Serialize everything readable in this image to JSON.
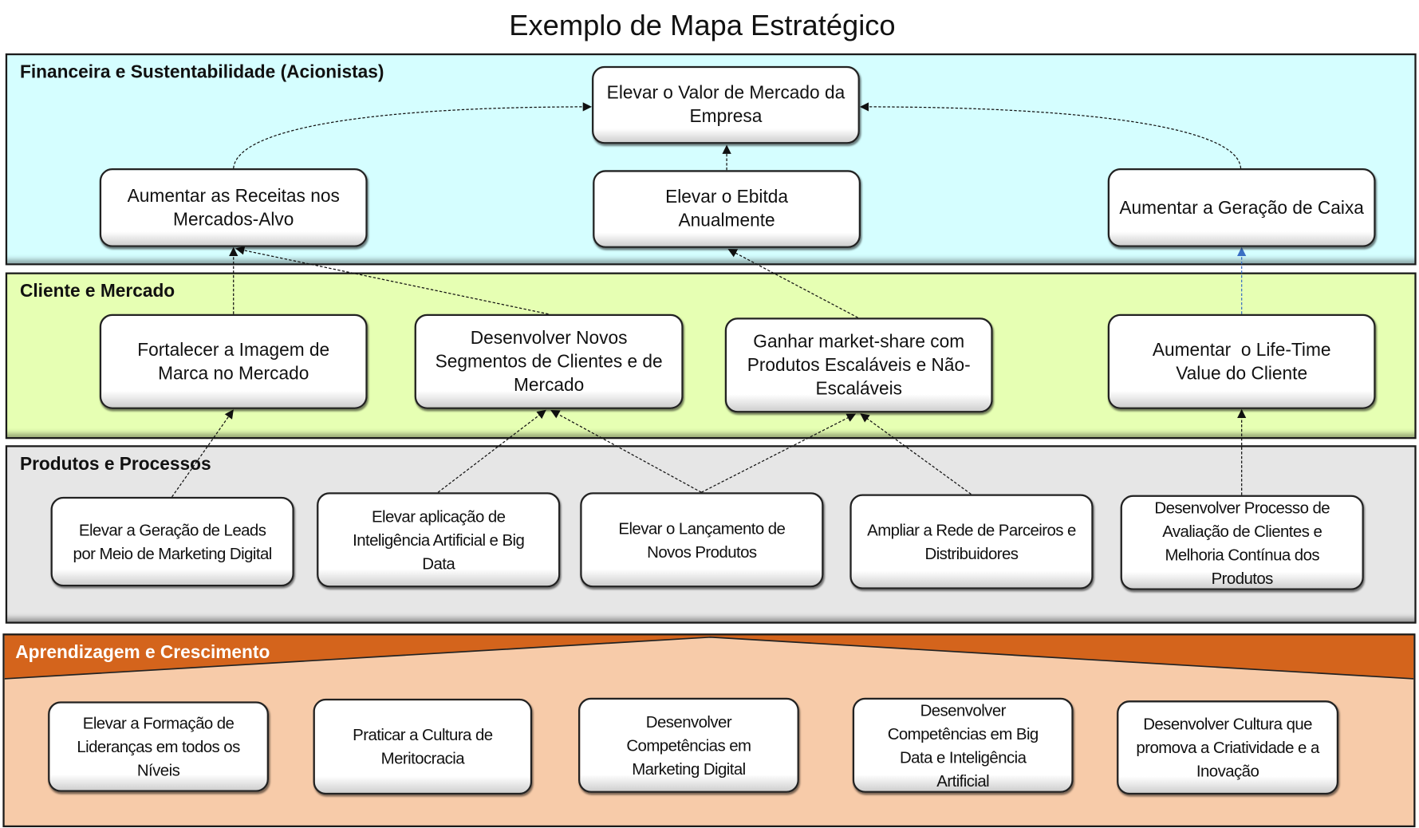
{
  "title": "Exemplo  de Mapa Estratégico",
  "colors": {
    "financeira": "#d5feff",
    "cliente": "#e6ffb3",
    "produtos": "#e6e6e6",
    "aprendizagem": "#f7cba9",
    "aprendizagem_header": "#d4641c",
    "arrow": "#111111",
    "arrow_blue": "#3a6fc4"
  },
  "perspectives": [
    {
      "label": "Financeira e Sustentabilidade (Acionistas)",
      "objectives": [
        "Elevar o Valor de Mercado da Empresa",
        "Aumentar as Receitas nos Mercados-Alvo",
        "Elevar o Ebitda Anualmente",
        "Aumentar a Geração de Caixa"
      ]
    },
    {
      "label": "Cliente e Mercado",
      "objectives": [
        "Fortalecer a Imagem de Marca no Mercado",
        "Desenvolver Novos Segmentos de Clientes e de Mercado",
        "Ganhar market-share com Produtos Escaláveis e Não-Escaláveis",
        "Aumentar  o Life-Time Value do Cliente"
      ]
    },
    {
      "label": "Produtos e Processos",
      "objectives": [
        "Elevar a Geração de Leads por Meio de Marketing Digital",
        "Elevar aplicação de Inteligência Artificial e Big Data",
        "Elevar o Lançamento de Novos Produtos",
        "Ampliar a Rede de Parceiros e Distribuidores",
        "Desenvolver Processo de Avaliação de Clientes e Melhoria Contínua dos Produtos"
      ]
    },
    {
      "label": "Aprendizagem  e Crescimento",
      "objectives": [
        "Elevar a Formação de Lideranças em todos os Níveis",
        "Praticar a Cultura de Meritocracia",
        "Desenvolver Competências em Marketing Digital",
        "Desenvolver Competências em Big Data e Inteligência Artificial",
        "Desenvolver Cultura que promova a Criatividade e a Inovação"
      ]
    }
  ]
}
